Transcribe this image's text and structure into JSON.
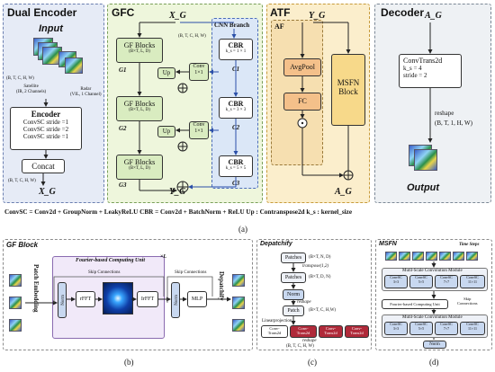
{
  "figure_label": "(a)",
  "panel_a": {
    "dual_encoder": {
      "title": "Dual Encoder",
      "input_label": "Input",
      "shape_in": "(B, T, C, H, W)",
      "satellite": "Satellite\n(IR, 2 Channels)",
      "radar": "Radar\n(VIL, 1 Channel)",
      "encoder_title": "Encoder",
      "encoder_lines": [
        "ConvSC stride =1",
        "ConvSC stride =2",
        "ConvSC stride =1"
      ],
      "concat": "Concat",
      "shape_out": "(B, T, C, H, W)",
      "output_var": "X_G"
    },
    "gfc": {
      "title": "GFC",
      "input_var": "X_G",
      "shape_top": "(B, T, C, H, W)",
      "cnn_branch": "CNN Branch",
      "gf_blocks": "GF Blocks",
      "gf_shape": "(B×T, L, D)",
      "g1": "G1",
      "g2": "G2",
      "g3": "G3",
      "c1": "C1",
      "c2": "C2",
      "c3": "C3",
      "up": "Up",
      "conv": "Conv\n1×1",
      "cbr": "CBR",
      "ks1": "k_s = 1 × 1",
      "ks3": "k_s = 3 × 3",
      "ks5": "k_s = 5 × 5",
      "output_var": "Y_G"
    },
    "atf": {
      "title": "ATF",
      "af": "AF",
      "input_var": "Y_G",
      "avgpool": "AvgPool",
      "fc": "FC",
      "msfn": "MSFN\nBlock",
      "output_var": "A_G"
    },
    "decoder": {
      "title": "Decoder",
      "input_var": "A_G",
      "convtrans": "ConvTrans2d",
      "ks": "k_s = 4",
      "stride": "stride = 2",
      "reshape": "reshape",
      "shape": "(B, T, 1, H, W)",
      "output_label": "Output"
    },
    "legend": "ConvSC = Conv2d + GroupNorm + LeakyReLU   CBR = Conv2d + BatchNorm + ReLU   Up : Contranspose2d   k_s : kernel_size"
  },
  "panel_b": {
    "title": "GF Block",
    "patch_embedding": "Patch Embedding",
    "depatchify": "Depatchify",
    "fcu": "Fourier-based Computing Unit",
    "x_l": "×L",
    "skip1": "Skip Connections",
    "skip2": "Skip Connections",
    "norm": "Norm",
    "rfft": "rFFT",
    "irfft": "IrFFT",
    "mlp": "MLP",
    "label": "(b)"
  },
  "panel_c": {
    "title": "Depatchify",
    "patches": "Patches",
    "shape1": "(B×T, N, D)",
    "transpose": "transpose(1,2)",
    "shape2": "(B×T, D, N)",
    "norm": "Norm",
    "reshape": "reshape",
    "patch": "Patch",
    "shape3": "(B×T, C, H,W)",
    "linear": "Linearprojection",
    "conv_trans": "Conv-\nTrans2d",
    "reshape2": "reshape",
    "shape4": "(B, T, C, H, W)",
    "label": "(c)"
  },
  "panel_d": {
    "title": "MSFN",
    "time_steps": "Time Steps",
    "module": "Mutil-Scale Convolution Module",
    "convs": [
      "ConvSC\n3×3",
      "ConvSC\n5×5",
      "ConvSC\n7×7",
      "ConvSC\n11×11"
    ],
    "fcu": "Fourier-based Computing Unit",
    "skip": "Skip\nConnections",
    "norm": "Norm",
    "label": "(d)"
  },
  "colors": {
    "dual_encoder_bg": "#e6ebf6",
    "gfc_bg": "#eef6dc",
    "cnn_branch_bg": "#dbe7f7",
    "atf_bg": "#fbeecc",
    "af_bg": "#f6dfb0",
    "decoder_bg": "#eef1f4",
    "green_box": "#d9ecc0",
    "orange_box": "#f4c08a",
    "msfn_box": "#f7d98a",
    "blue_box": "#c8d8f0",
    "red_patch": "#b02a3a"
  }
}
